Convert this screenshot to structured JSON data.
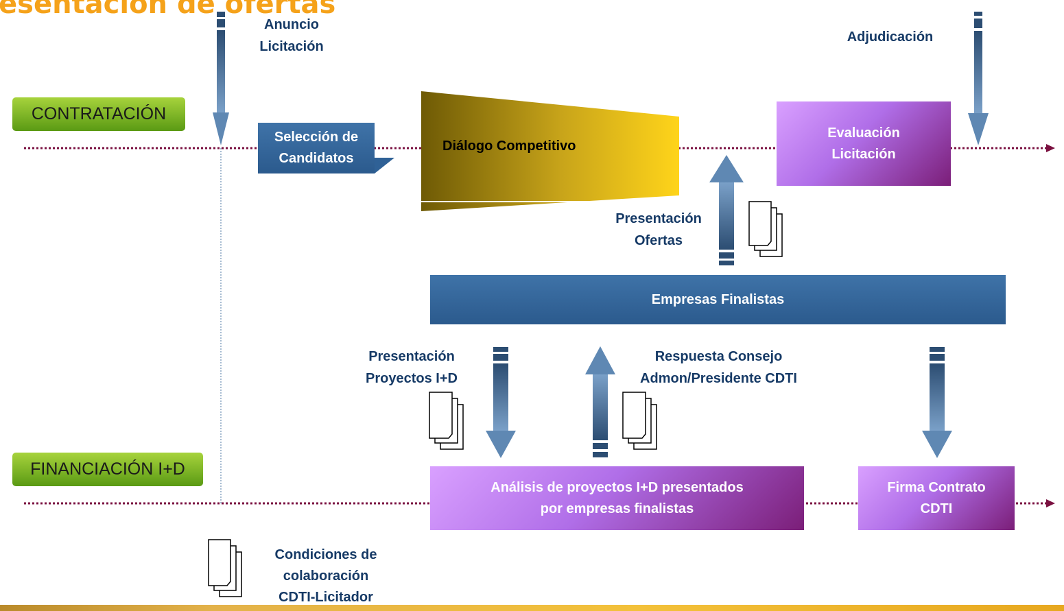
{
  "title": "esentación de ofertas",
  "sections": {
    "contratacion": "CONTRATACIÓN",
    "financiacion": "FINANCIACIÓN I+D"
  },
  "labels": {
    "anuncio": "Anuncio\nLicitación",
    "adjudicacion": "Adjudicación",
    "presentacion_ofertas": "Presentación\nOfertas",
    "presentacion_proyectos": "Presentación\nProyectos I+D",
    "respuesta_consejo": "Respuesta Consejo\nAdmon/Presidente CDTI",
    "condiciones": "Condiciones de\ncolaboración\nCDTI-Licitador"
  },
  "boxes": {
    "seleccion": "Selección de\nCandidatos",
    "dialogo": "Diálogo Competitivo",
    "evaluacion": "Evaluación\nLicitación",
    "empresas": "Empresas Finalistas",
    "analisis": "Análisis de proyectos I+D presentados\npor empresas finalistas",
    "firma": "Firma Contrato\nCDTI"
  },
  "colors": {
    "title": "#f5a21a",
    "text_blue": "#163a66",
    "box_blue": "#2f6196",
    "box_purple": "#b06ee8",
    "section_green": "#7ab22a",
    "timeline": "#7a1040",
    "arrow": "#4f7aa5"
  },
  "icons": [
    "document-stack-icon",
    "arrow-down-icon",
    "arrow-up-icon"
  ]
}
